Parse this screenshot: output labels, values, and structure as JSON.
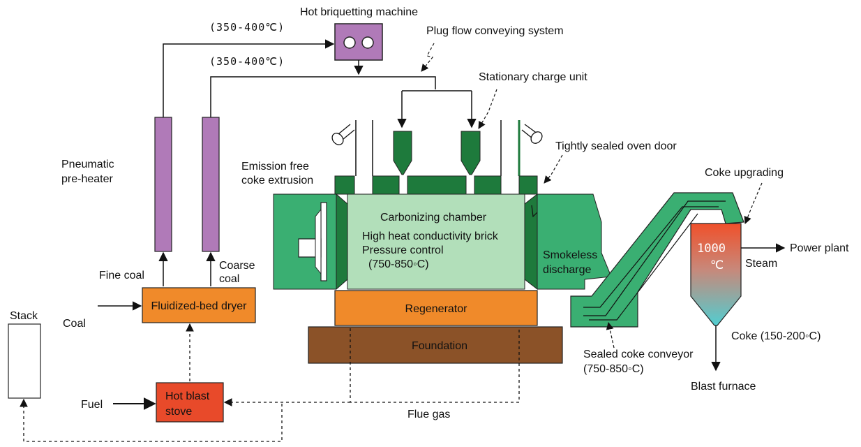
{
  "labels": {
    "hot_briquetting_machine": "Hot briquetting machine",
    "temp_top_1": "(350-400℃)",
    "temp_top_2": "(350-400℃)",
    "plug_flow": "Plug flow conveying system",
    "stationary_charge": "Stationary charge unit",
    "tightly_sealed_door": "Tightly sealed oven door",
    "coke_upgrading": "Coke upgrading",
    "pneumatic_line1": "Pneumatic",
    "pneumatic_line2": "pre-heater",
    "emission_line1": "Emission free",
    "emission_line2": "coke extrusion",
    "carbonizing": "Carbonizing chamber",
    "high_heat": "High heat conductivity brick",
    "pressure_control": "Pressure control",
    "chamber_temp": "(750-850◦C)",
    "smokeless_line1": "Smokeless",
    "smokeless_line2": "discharge",
    "fine_coal": "Fine coal",
    "coarse_line1": "Coarse",
    "coarse_line2": "coal",
    "fluidized_bed": "Fluidized-bed dryer",
    "coal": "Coal",
    "stack": "Stack",
    "regenerator": "Regenerator",
    "foundation": "Foundation",
    "fuel": "Fuel",
    "hot_blast_line1": "Hot blast",
    "hot_blast_line2": "stove",
    "flue_gas": "Flue gas",
    "sealed_conveyor_line1": "Sealed coke conveyor",
    "sealed_conveyor_line2": "(750-850◦C)",
    "temp_1000_line1": "1000",
    "temp_1000_line2": "℃",
    "power_plant": "Power plant",
    "steam": "Steam",
    "coke_out": "Coke (150-200◦C)",
    "blast_furnace": "Blast furnace"
  },
  "colors": {
    "purple": "#b07ab8",
    "green_dark": "#1e7a3c",
    "green_mid": "#3aaf72",
    "green_light": "#b2dfba",
    "orange": "#f08a2a",
    "red_orange": "#e84a2a",
    "brown": "#8b5228",
    "cyan": "#5ec8cc"
  }
}
